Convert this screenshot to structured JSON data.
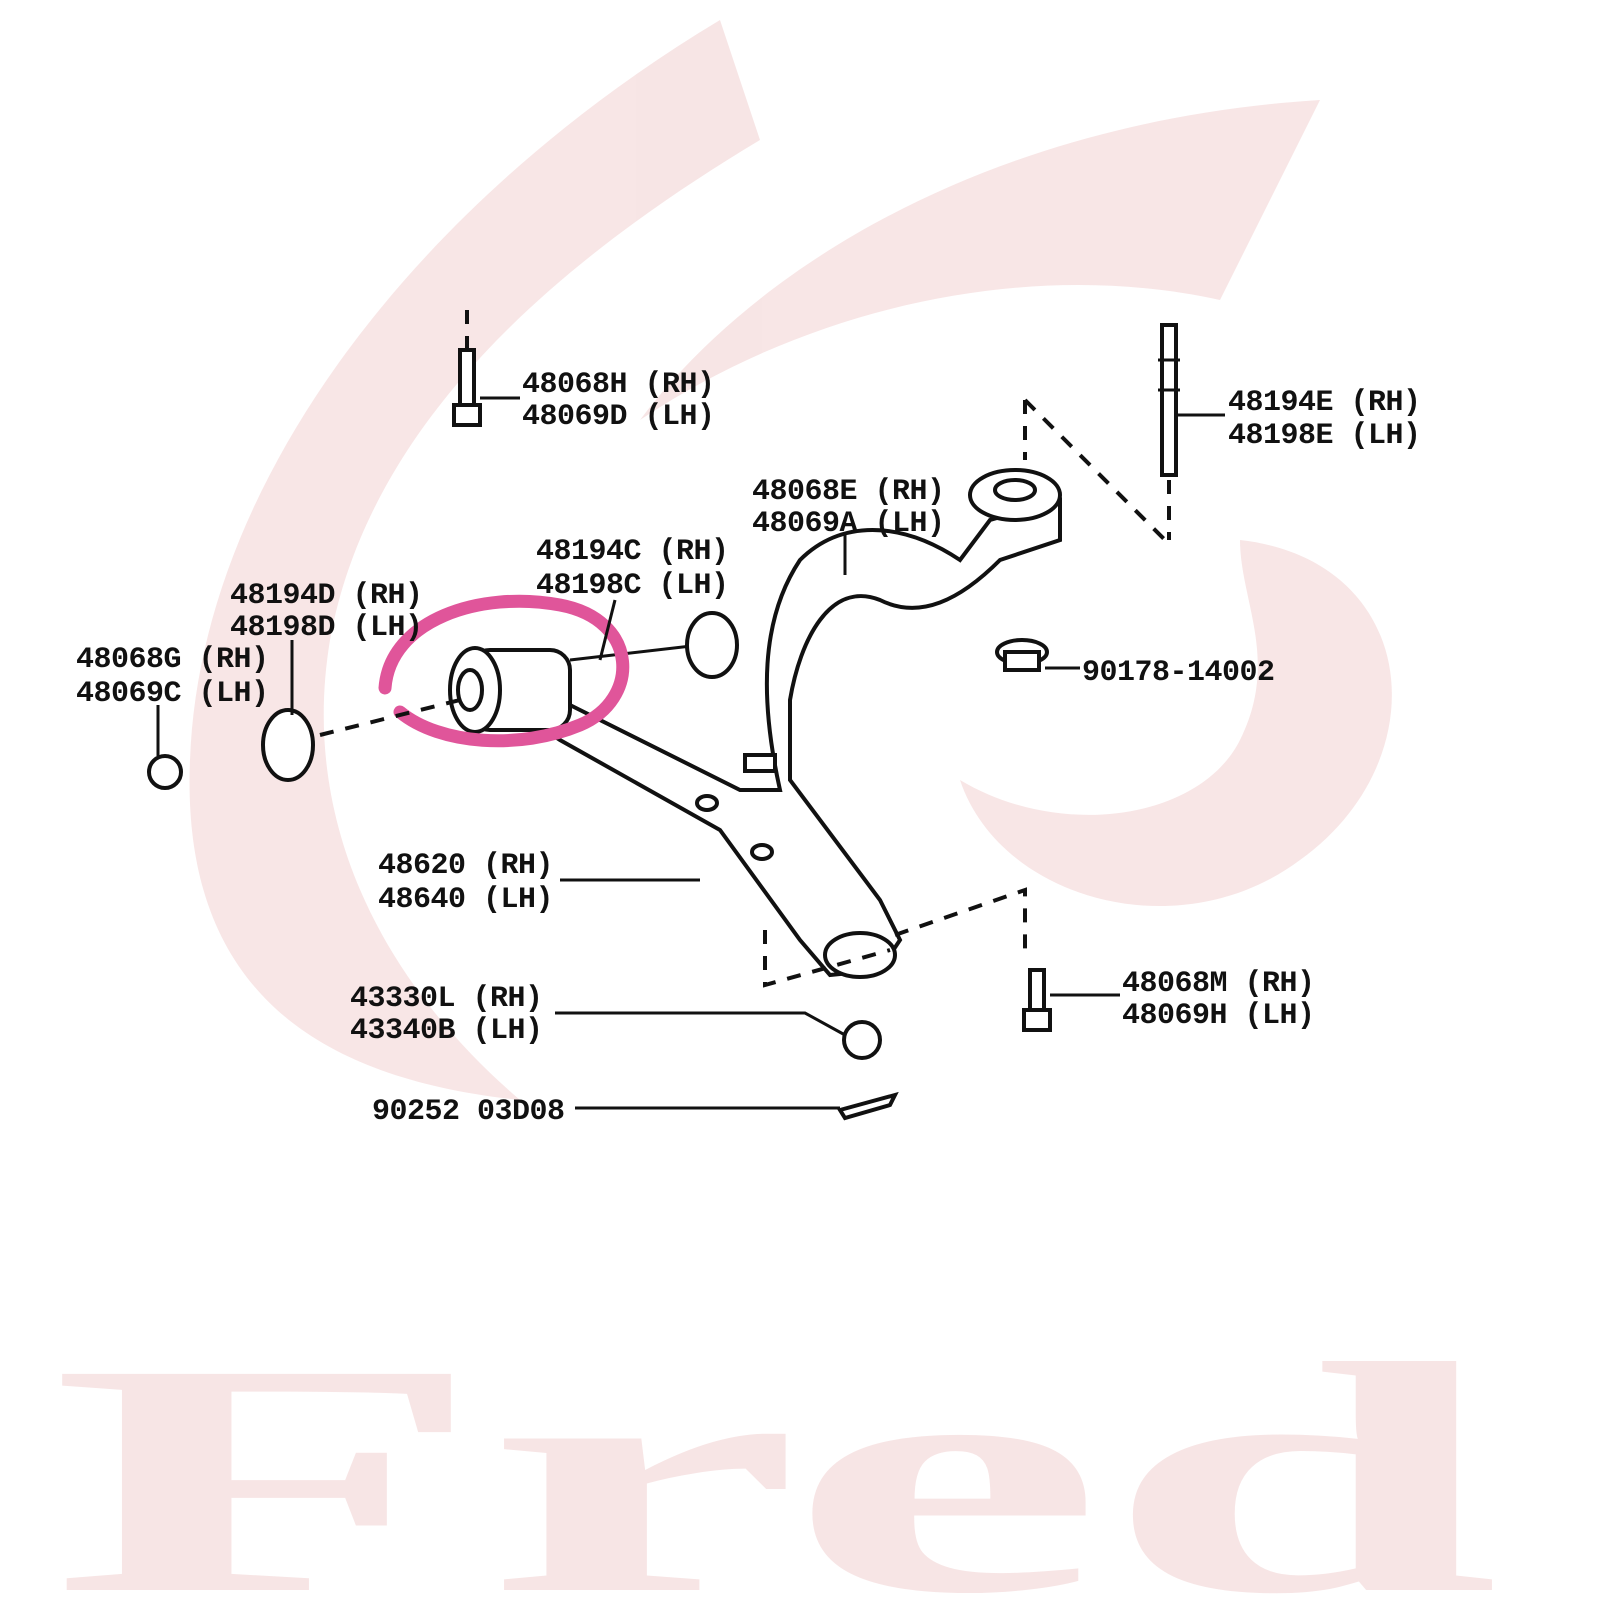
{
  "watermark": {
    "text": "Fred"
  },
  "highlight_color": "#e0559a",
  "watermark_color": "#f7e3e3",
  "callouts": [
    {
      "rh": "48068H (RH)",
      "lh": "48069D (LH)"
    },
    {
      "rh": "48194E (RH)",
      "lh": "48198E (LH)"
    },
    {
      "rh": "48068E (RH)",
      "lh": "48069A (LH)"
    },
    {
      "rh": "48194C (RH)",
      "lh": "48198C (LH)"
    },
    {
      "rh": "48194D (RH)",
      "lh": "48198D (LH)"
    },
    {
      "rh": "48068G (RH)",
      "lh": "48069C (LH)"
    },
    {
      "rh": "48620 (RH)",
      "lh": "48640 (LH)"
    },
    {
      "rh": "43330L (RH)",
      "lh": "43340B (LH)"
    },
    {
      "rh": "48068M (RH)",
      "lh": "48069H (LH)"
    }
  ],
  "single_callouts": [
    "90178-14002",
    "90252 03D08"
  ]
}
